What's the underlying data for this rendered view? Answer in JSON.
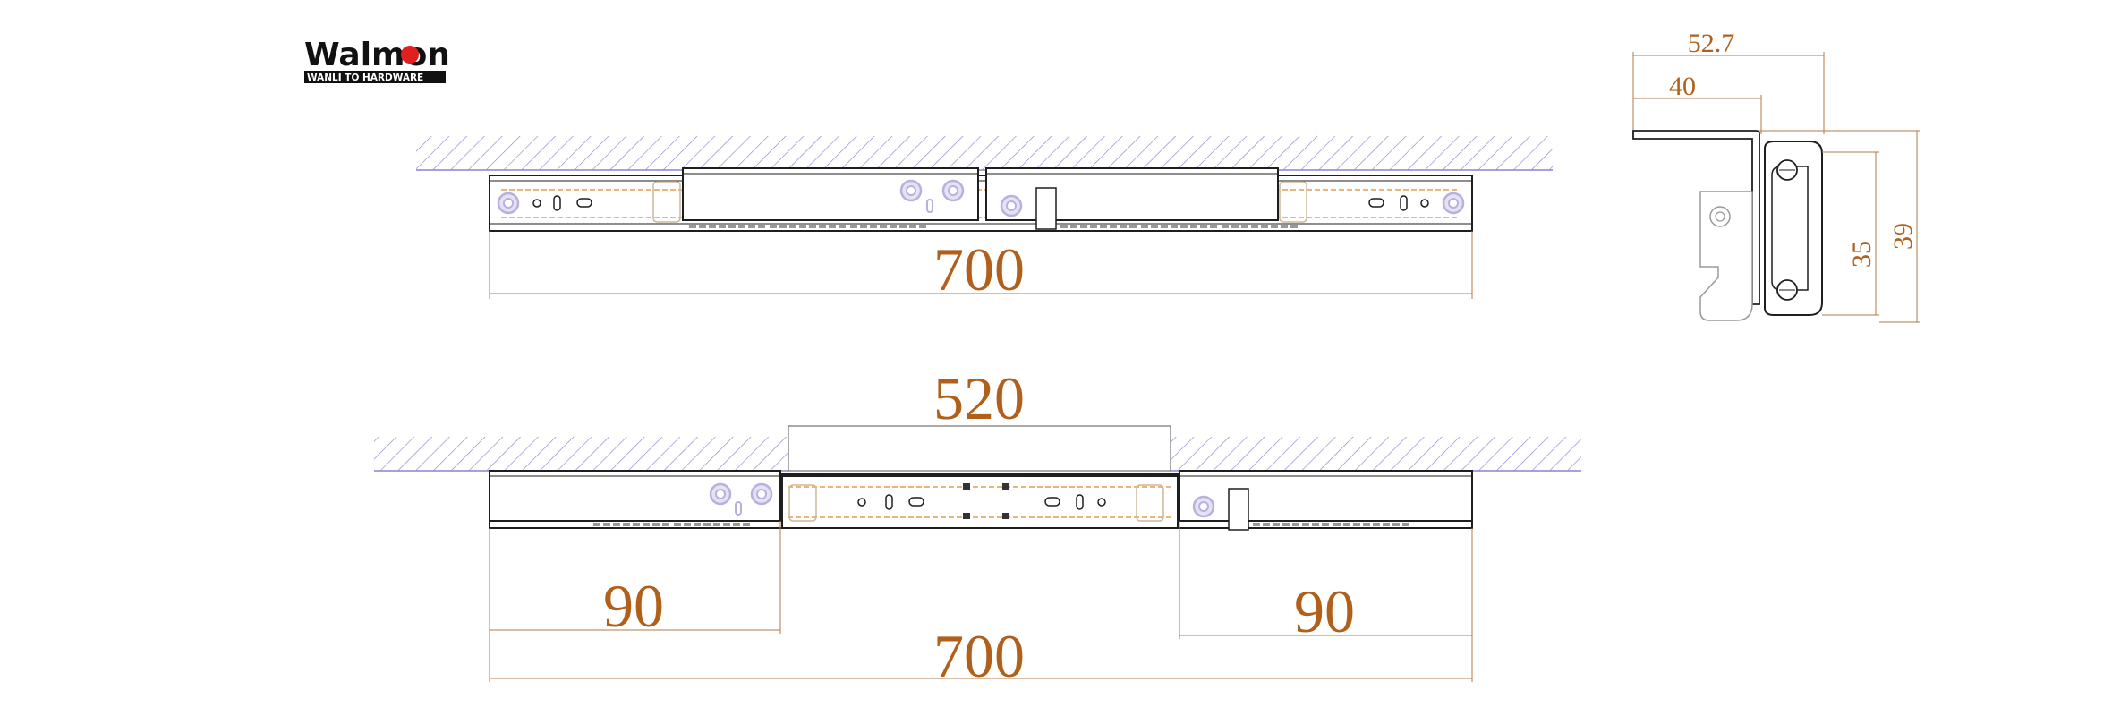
{
  "logo": {
    "text": "Walmon",
    "tagline": "WANLI TO HARDWARE"
  },
  "colors": {
    "dimension": "#b0601a",
    "extension_line": "#b07a4a",
    "hatch": "#8a84d0",
    "outline": "#1e1e1e",
    "track": "#e08a2c",
    "screw": "#b8b0de"
  },
  "closed_view": {
    "overall_length": "700"
  },
  "open_view": {
    "extension_label": "520",
    "left_overlap": "90",
    "right_overlap": "90",
    "overall_length": "700"
  },
  "cross_section": {
    "width_outer": "52.7",
    "width_inner": "40",
    "height_inner": "35",
    "height_outer": "39"
  }
}
